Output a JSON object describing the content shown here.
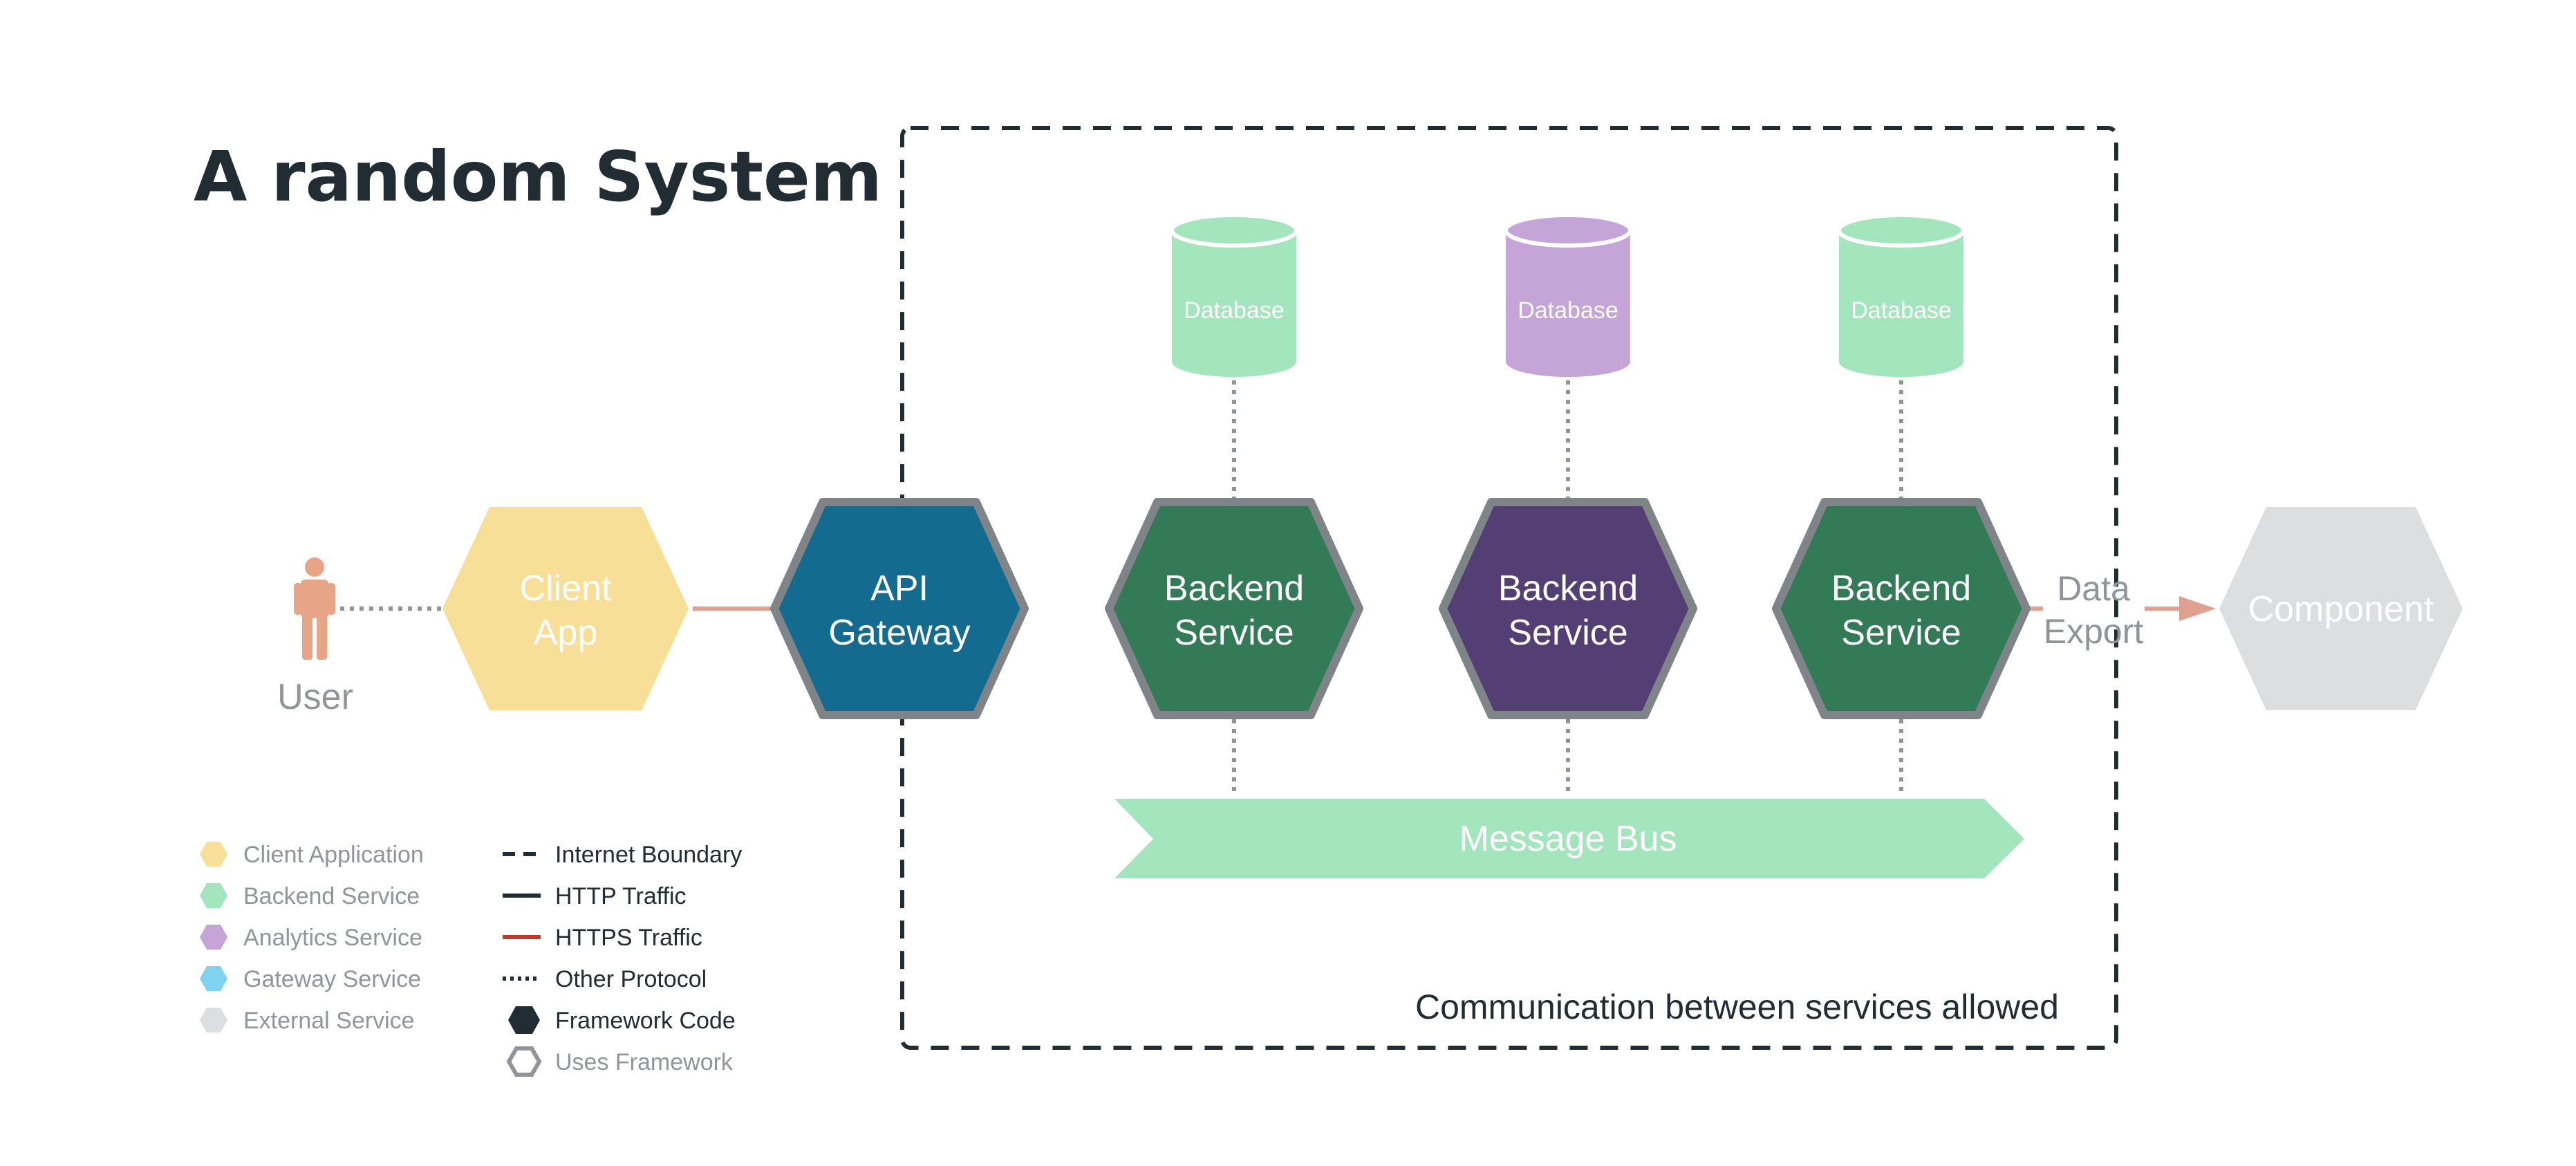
{
  "title": "A random System",
  "actor": {
    "label": "User",
    "icon": "user-icon"
  },
  "nodes": {
    "client_app": {
      "line1": "Client",
      "line2": "App"
    },
    "api_gateway": {
      "line1": "API",
      "line2": "Gateway"
    },
    "backend_1": {
      "line1": "Backend",
      "line2": "Service"
    },
    "backend_2": {
      "line1": "Backend",
      "line2": "Service"
    },
    "backend_3": {
      "line1": "Backend",
      "line2": "Service"
    },
    "component": {
      "label": "Component"
    }
  },
  "databases": [
    "Database",
    "Database",
    "Database"
  ],
  "message_bus": "Message Bus",
  "data_export": {
    "line1": "Data",
    "line2": "Export"
  },
  "boundary_label": "Communication between services allowed",
  "legend": {
    "colors": [
      {
        "label": "Client Application",
        "color": "#f7df97"
      },
      {
        "label": "Backend Service",
        "color": "#a3e6bd"
      },
      {
        "label": "Analytics Service",
        "color": "#c5a4d8"
      },
      {
        "label": "Gateway Service",
        "color": "#7fd3f0"
      },
      {
        "label": "External Service",
        "color": "#dddedf"
      }
    ],
    "lines": [
      {
        "label": "Internet Boundary"
      },
      {
        "label": "HTTP Traffic"
      },
      {
        "label": "HTTPS Traffic"
      },
      {
        "label": "Other Protocol"
      },
      {
        "label": "Framework Code"
      },
      {
        "label": "Uses Framework"
      }
    ]
  },
  "colors": {
    "dark": "#212c33",
    "client": "#f7df97",
    "gateway": "#136b8f",
    "backend": "#337b57",
    "analytics": "#533f74",
    "db_green": "#a3e6bd",
    "db_purple": "#c5a4d8",
    "external": "#dddedf",
    "https": "#e0a090",
    "muted_text": "#8f9599"
  }
}
